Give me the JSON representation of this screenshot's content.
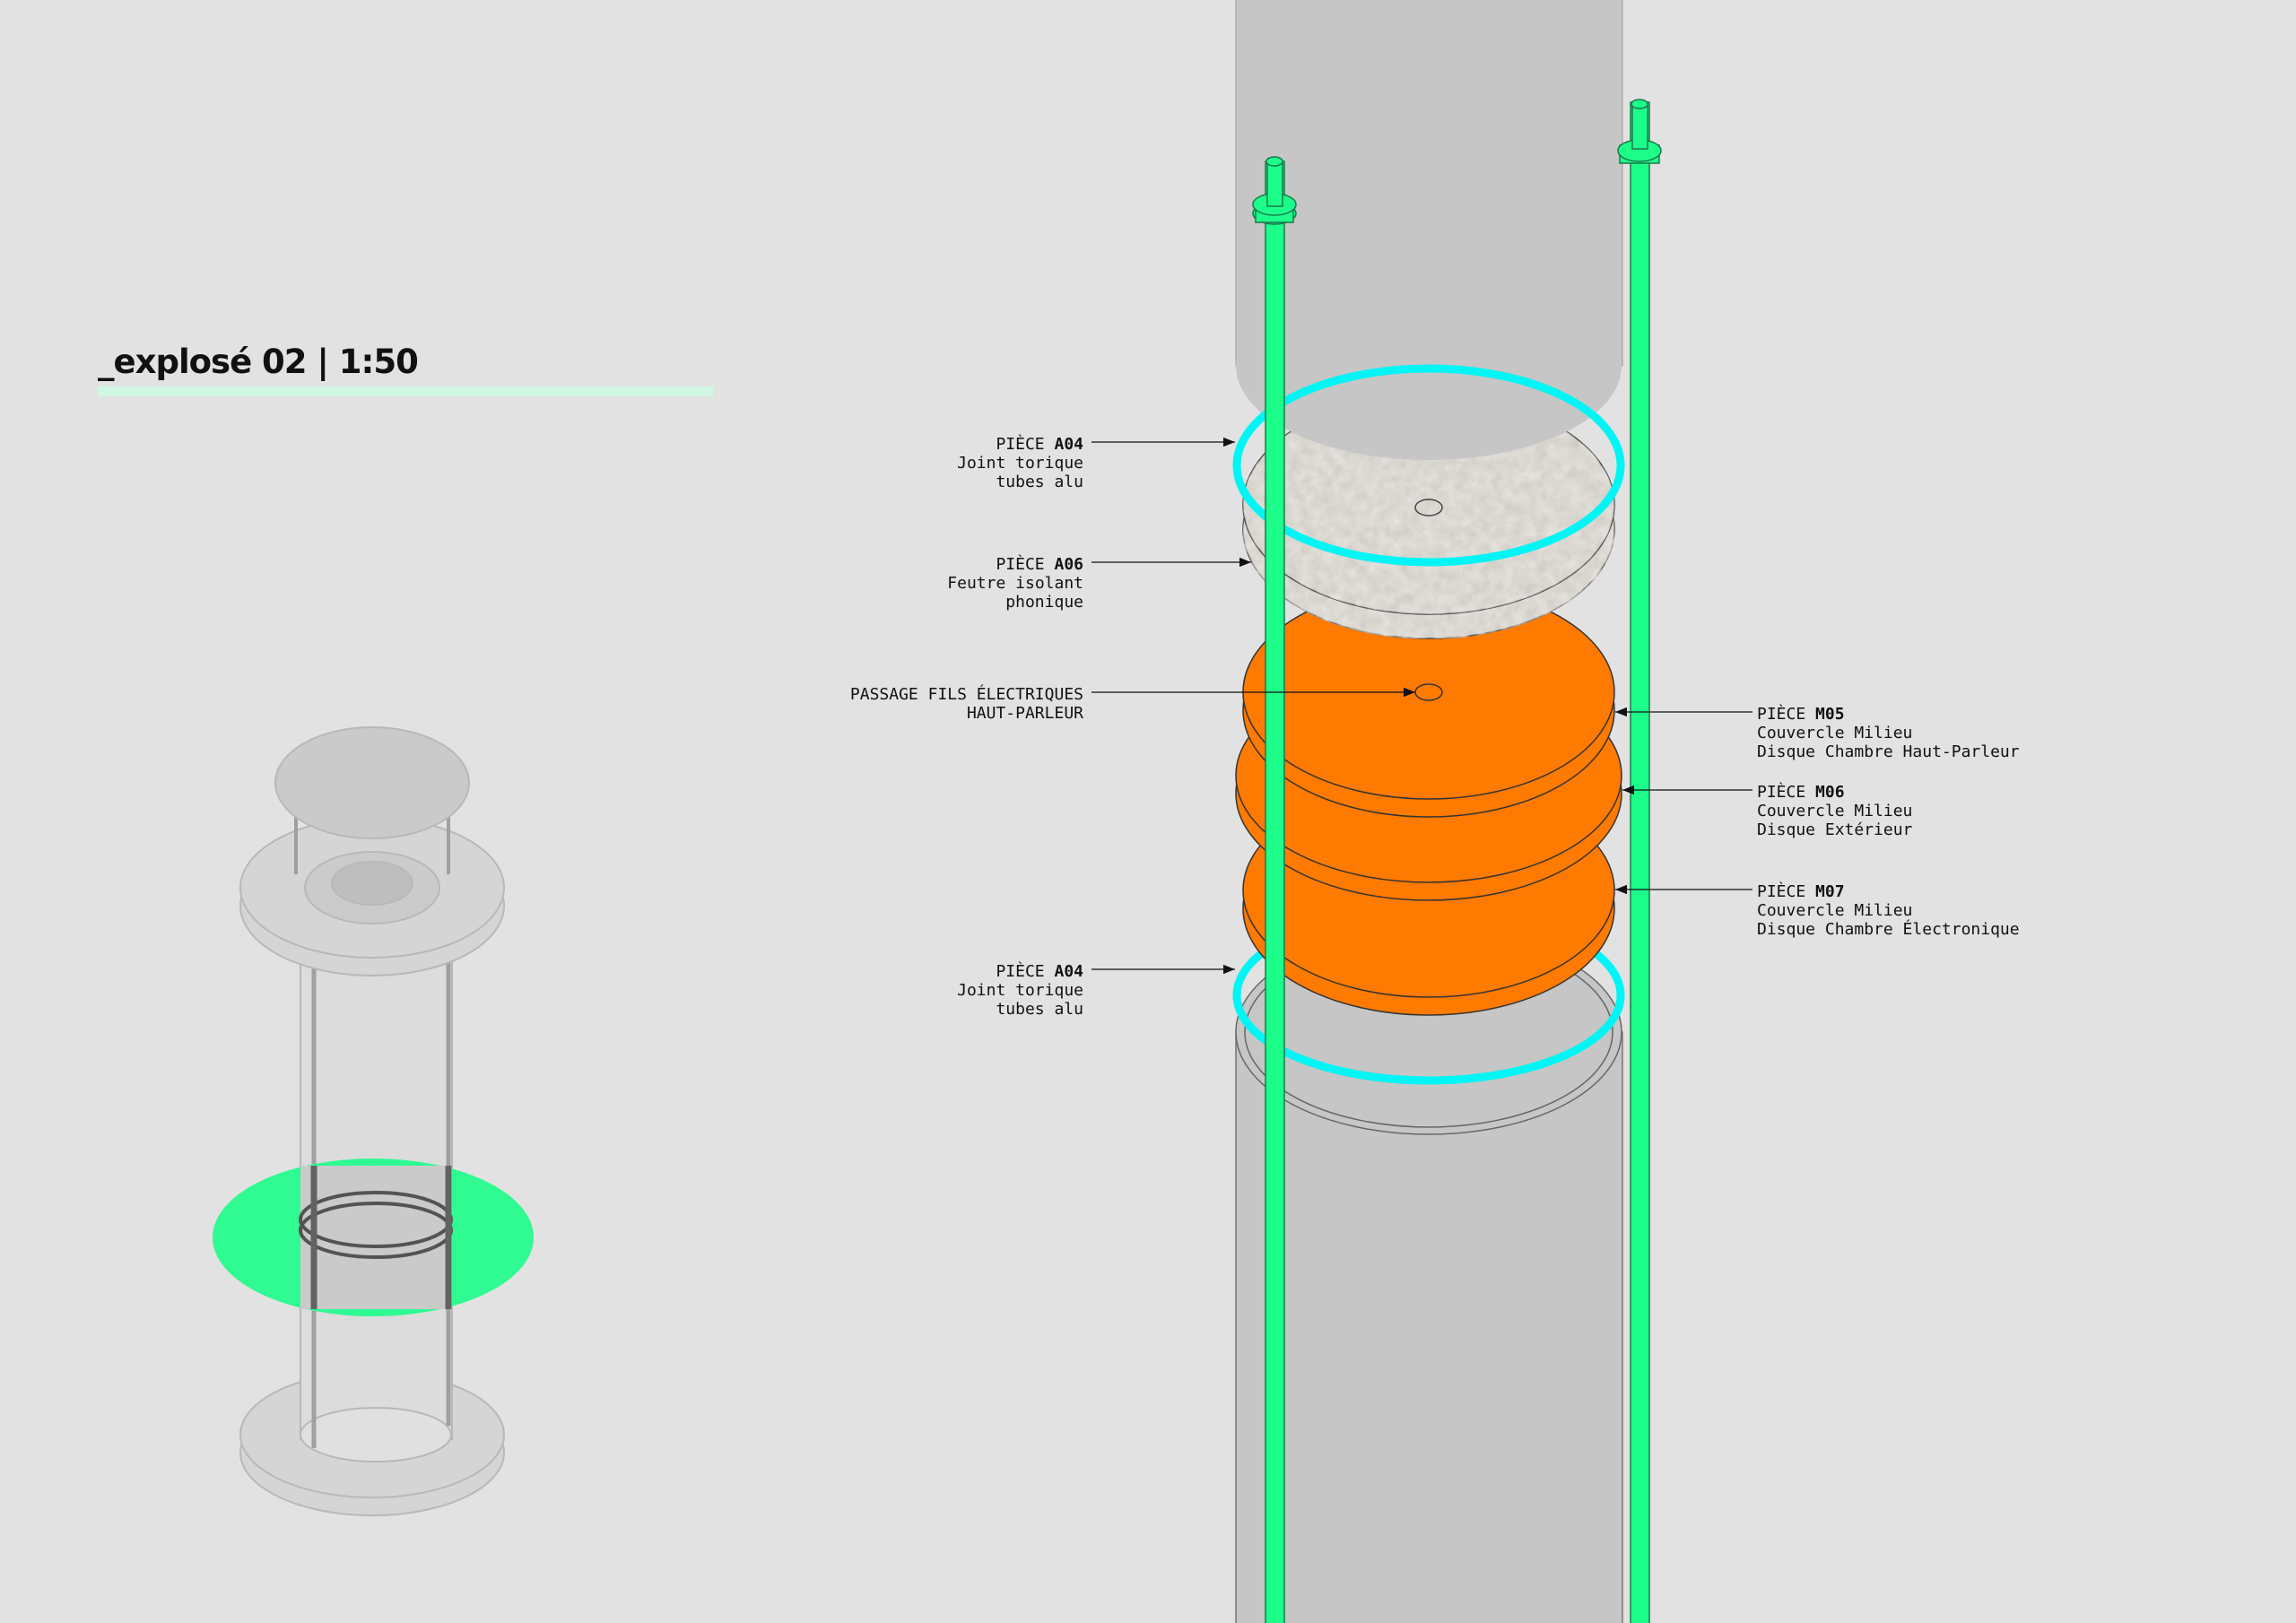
{
  "title": "_explosé 02 | 1:50",
  "colors": {
    "background": "#e2e2e2",
    "accent_green": "#1dfd8a",
    "ring_cyan": "#00f5f5",
    "disc_orange": "#ff7a00",
    "tube_gray": "#c6c6c6",
    "felt": "#cfcbc4"
  },
  "labels": [
    {
      "prefix": "PIÈCE ",
      "code": "A04",
      "line2": "Joint torique",
      "line3": "tubes alu"
    },
    {
      "prefix": "PIÈCE ",
      "code": "A06",
      "line2": "Feutre isolant",
      "line3": "phonique"
    },
    {
      "prefix": "PASSAGE FILS ÉLECTRIQUES",
      "code": "",
      "line2": "HAUT-PARLEUR",
      "line3": ""
    },
    {
      "prefix": "PIÈCE ",
      "code": "M05",
      "line2": "Couvercle Milieu",
      "line3": "Disque Chambre Haut-Parleur"
    },
    {
      "prefix": "PIÈCE ",
      "code": "M06",
      "line2": "Couvercle Milieu",
      "line3": "Disque Extérieur"
    },
    {
      "prefix": "PIÈCE ",
      "code": "M07",
      "line2": "Couvercle Milieu",
      "line3": "Disque Chambre Électronique"
    },
    {
      "prefix": "PIÈCE ",
      "code": "A04",
      "line2": "Joint torique",
      "line3": "tubes alu"
    }
  ]
}
